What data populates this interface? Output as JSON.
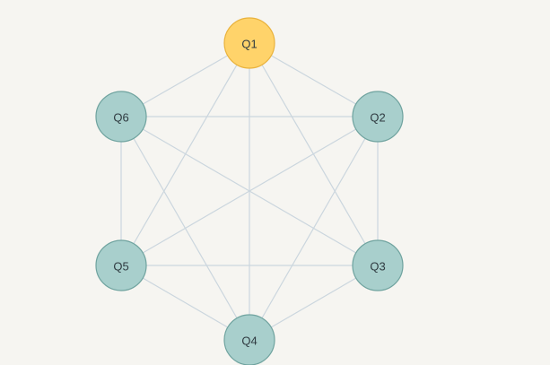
{
  "graph": {
    "nodes": [
      {
        "id": "Q1",
        "label": "Q1",
        "state": "highlighted"
      },
      {
        "id": "Q2",
        "label": "Q2",
        "state": "normal"
      },
      {
        "id": "Q3",
        "label": "Q3",
        "state": "normal"
      },
      {
        "id": "Q4",
        "label": "Q4",
        "state": "normal"
      },
      {
        "id": "Q5",
        "label": "Q5",
        "state": "normal"
      },
      {
        "id": "Q6",
        "label": "Q6",
        "state": "normal"
      }
    ],
    "edges": [
      [
        "Q1",
        "Q2"
      ],
      [
        "Q1",
        "Q3"
      ],
      [
        "Q1",
        "Q4"
      ],
      [
        "Q1",
        "Q5"
      ],
      [
        "Q1",
        "Q6"
      ],
      [
        "Q2",
        "Q3"
      ],
      [
        "Q2",
        "Q4"
      ],
      [
        "Q2",
        "Q5"
      ],
      [
        "Q2",
        "Q6"
      ],
      [
        "Q3",
        "Q4"
      ],
      [
        "Q3",
        "Q5"
      ],
      [
        "Q3",
        "Q6"
      ],
      [
        "Q4",
        "Q5"
      ],
      [
        "Q4",
        "Q6"
      ],
      [
        "Q5",
        "Q6"
      ]
    ]
  },
  "colors": {
    "highlighted_fill": "#ffd36a",
    "highlighted_stroke": "#e9b23c",
    "normal_fill": "#a8cfcc",
    "normal_stroke": "#6fa39f",
    "edge": "#cbd6de"
  }
}
